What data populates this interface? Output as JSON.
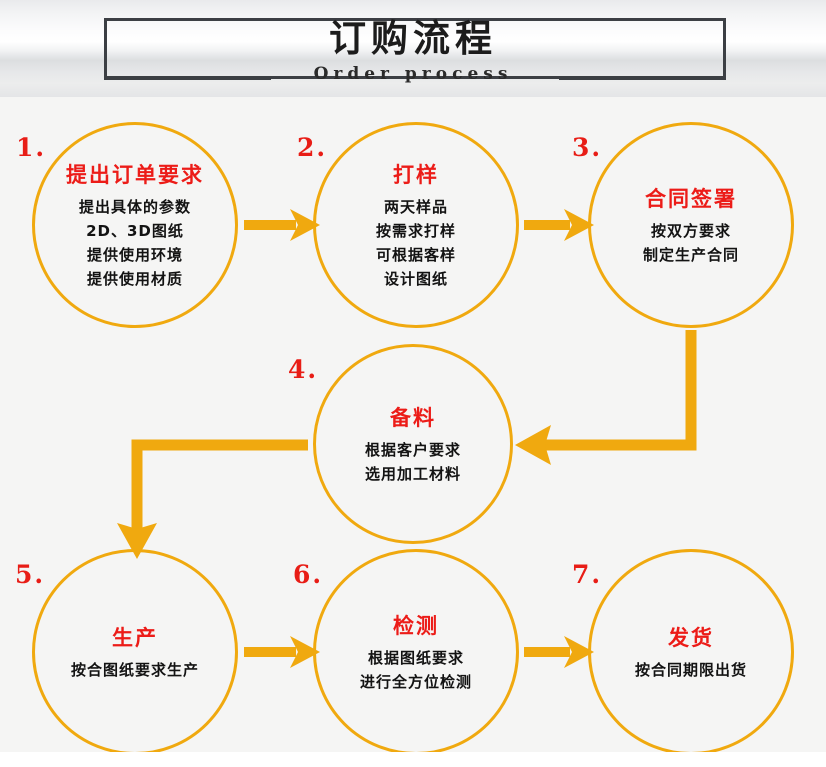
{
  "header": {
    "title": "订购流程",
    "subtitle": "Order process"
  },
  "colors": {
    "accent_gold": "#F0A90F",
    "title_red": "#EC1C18",
    "body_black": "#131313",
    "frame_dark": "#3C3F44",
    "canvas_bg": "#F5F5F4"
  },
  "flow": {
    "nodes": [
      {
        "num": "1.",
        "title": "提出订单要求",
        "lines": [
          "提出具体的参数",
          "2D、3D图纸",
          "提供使用环境",
          "提供使用材质"
        ]
      },
      {
        "num": "2.",
        "title": "打样",
        "lines": [
          "两天样品",
          "按需求打样",
          "可根据客样",
          "设计图纸"
        ]
      },
      {
        "num": "3.",
        "title": "合同签署",
        "lines": [
          "按双方要求",
          "制定生产合同"
        ]
      },
      {
        "num": "4.",
        "title": "备料",
        "lines": [
          "根据客户要求",
          "选用加工材料"
        ]
      },
      {
        "num": "5.",
        "title": "生产",
        "lines": [
          "按合图纸要求生产"
        ]
      },
      {
        "num": "6.",
        "title": "检测",
        "lines": [
          "根据图纸要求",
          "进行全方位检测"
        ]
      },
      {
        "num": "7.",
        "title": "发货",
        "lines": [
          "按合同期限出货"
        ]
      }
    ],
    "connectors": [
      {
        "from": "1",
        "to": "2",
        "shape": "straight-right"
      },
      {
        "from": "2",
        "to": "3",
        "shape": "straight-right"
      },
      {
        "from": "3",
        "to": "4",
        "shape": "elbow-down-left"
      },
      {
        "from": "4",
        "to": "5",
        "shape": "elbow-left-down"
      },
      {
        "from": "5",
        "to": "6",
        "shape": "straight-right"
      },
      {
        "from": "6",
        "to": "7",
        "shape": "straight-right"
      }
    ]
  }
}
